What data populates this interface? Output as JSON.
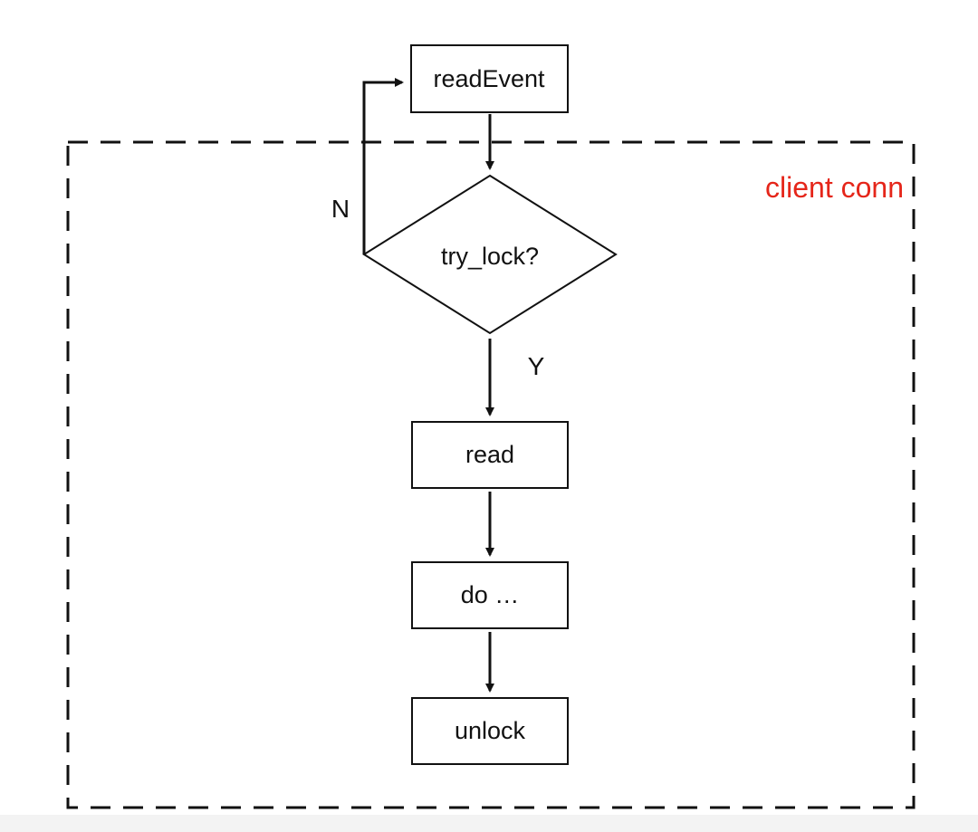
{
  "diagram": {
    "region": {
      "label": "client conn",
      "label_color": "#e5261a"
    },
    "nodes": {
      "read_event": "readEvent",
      "try_lock": "try_lock?",
      "read": "read",
      "do": "do …",
      "unlock": "unlock"
    },
    "branches": {
      "no": "N",
      "yes": "Y"
    },
    "colors": {
      "line": "#111111",
      "background": "#ffffff"
    }
  }
}
